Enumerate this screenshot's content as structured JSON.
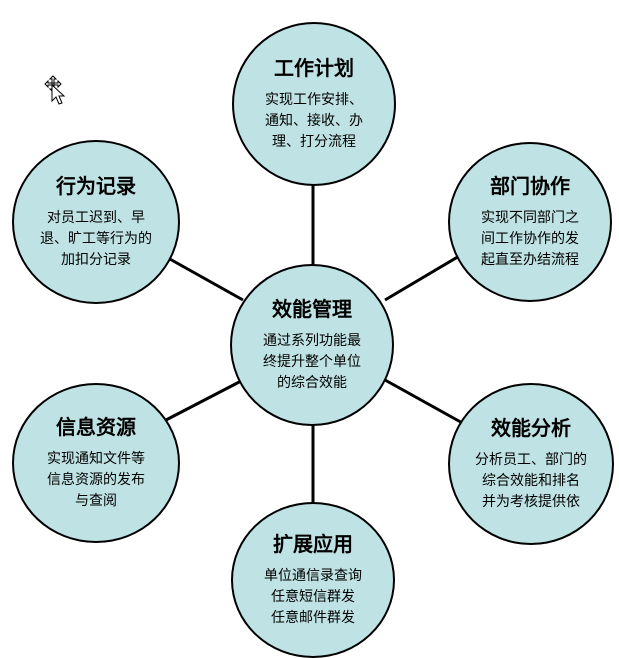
{
  "colors": {
    "node_fill": "#bfe2e4",
    "node_border": "#000000",
    "connector": "#000000"
  },
  "center": {
    "title": "效能管理",
    "desc": "通过系列功能最\n终提升整个单位\n的综合效能"
  },
  "nodes": [
    {
      "title": "工作计划",
      "desc": "实现工作安排、\n通知、接收、办\n理、打分流程"
    },
    {
      "title": "部门协作",
      "desc": "实现不同部门之\n间工作协作的发\n起直至办结流程"
    },
    {
      "title": "效能分析",
      "desc": "分析员工、部门的\n综合效能和排名\n并为考核提供依"
    },
    {
      "title": "扩展应用",
      "desc": "单位通信录查询\n任意短信群发\n任意邮件群发"
    },
    {
      "title": "信息资源",
      "desc": "实现通知文件等\n信息资源的发布\n与查阅"
    },
    {
      "title": "行为记录",
      "desc": "对员工迟到、早\n退、旷工等行为的\n加扣分记录"
    }
  ],
  "cursor_icon": "move-cursor-icon"
}
